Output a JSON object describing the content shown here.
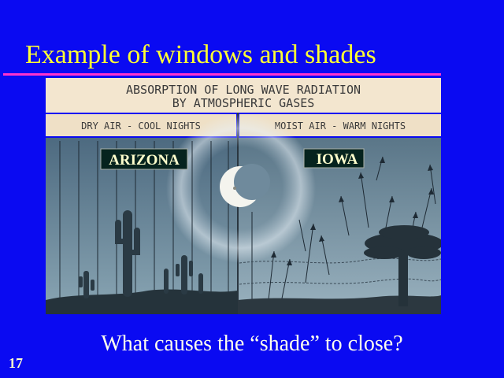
{
  "slide": {
    "title": "Example of windows and shades",
    "caption": "What causes the “shade” to close?",
    "number": "17"
  },
  "figure": {
    "heading_line1": "ABSORPTION OF LONG WAVE RADIATION",
    "heading_line2": "BY ATMOSPHERIC GASES",
    "left_panel_heading": "DRY AIR - COOL NIGHTS",
    "right_panel_heading": "MOIST AIR - WARM NIGHTS",
    "left_label": "ARIZONA",
    "right_label": "IOWA"
  },
  "colors": {
    "background": "#0a0af2",
    "title": "#ffff33",
    "rule": "#ff33cc",
    "caption": "#ffffee",
    "sky": "#6a8496",
    "banner": "#f3e6cf"
  }
}
